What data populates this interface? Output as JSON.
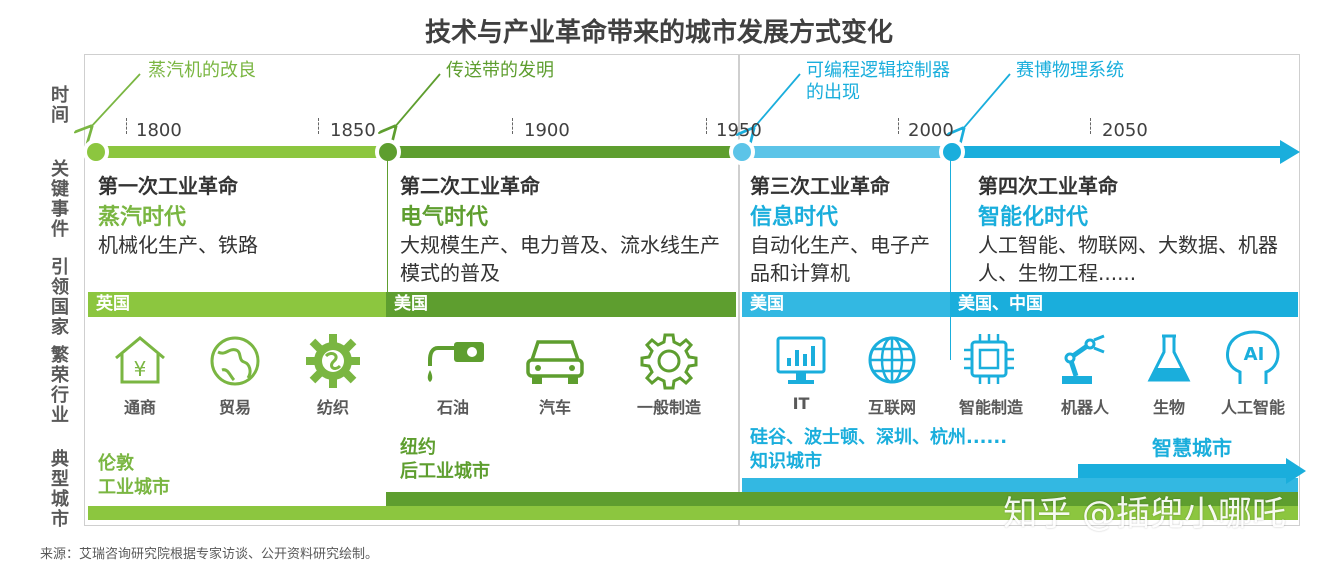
{
  "title": "技术与产业革命带来的城市发展方式变化",
  "side_labels": {
    "time": "时间",
    "key_events": "关键事件",
    "leading_countries": "引领国家",
    "prosperous_industries": "繁荣行业",
    "typical_cities": "典型城市"
  },
  "timeline": {
    "ticks": [
      "1800",
      "1850",
      "1900",
      "1950",
      "2000",
      "2050"
    ],
    "annotations": {
      "steam": "蒸汽机的改良",
      "belt": "传送带的发明",
      "plc": "可编程逻辑控制器的出现",
      "cps": "赛博物理系统"
    }
  },
  "revolutions": [
    {
      "title": "第一次工业革命",
      "era": "蒸汽时代",
      "desc": "机械化生产、铁路",
      "country": "英国"
    },
    {
      "title": "第二次工业革命",
      "era": "电气时代",
      "desc": "大规模生产、电力普及、流水线生产模式的普及",
      "country": "美国"
    },
    {
      "title": "第三次工业革命",
      "era": "信息时代",
      "desc": "自动化生产、电子产品和计算机",
      "country": "美国"
    },
    {
      "title": "第四次工业革命",
      "era": "智能化时代",
      "desc": "人工智能、物联网、大数据、机器人、生物工程......",
      "country": "美国、中国"
    }
  ],
  "industries": [
    {
      "name": "通商",
      "icon": "house-yen-icon"
    },
    {
      "name": "贸易",
      "icon": "globe-trade-icon"
    },
    {
      "name": "纺织",
      "icon": "spinning-gear-icon"
    },
    {
      "name": "石油",
      "icon": "fuel-nozzle-icon"
    },
    {
      "name": "汽车",
      "icon": "car-icon"
    },
    {
      "name": "一般制造",
      "icon": "gear-icon"
    },
    {
      "name": "IT",
      "icon": "monitor-chart-icon"
    },
    {
      "name": "互联网",
      "icon": "globe-grid-icon"
    },
    {
      "name": "智能制造",
      "icon": "chip-icon"
    },
    {
      "name": "机器人",
      "icon": "robot-arm-icon"
    },
    {
      "name": "生物",
      "icon": "flask-icon"
    },
    {
      "name": "人工智能",
      "icon": "ai-head-icon"
    }
  ],
  "cities": {
    "london": "伦敦",
    "london_type": "工业城市",
    "newyork": "纽约",
    "newyork_type": "后工业城市",
    "knowledge_list": "硅谷、波士顿、深圳、杭州......",
    "knowledge_type": "知识城市",
    "smart": "智慧城市"
  },
  "footer": "来源：艾瑞咨询研究院根据专家访谈、公开资料研究绘制。",
  "watermark": "知乎 @插兜小哪吒",
  "colors": {
    "light_green": "#8cc63f",
    "dark_green": "#5e9e2f",
    "blue": "#1aaedc",
    "gray": "#595959"
  }
}
